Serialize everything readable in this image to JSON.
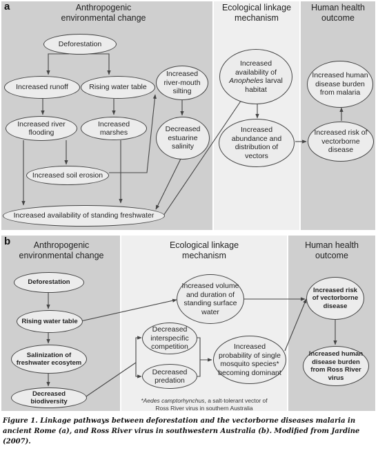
{
  "panel_a": {
    "label": "a",
    "headers": {
      "anthropogenic": [
        "Anthropogenic",
        "environmental change"
      ],
      "ecological": [
        "Ecological linkage",
        "mechanism"
      ],
      "health": [
        "Human health",
        "outcome"
      ]
    },
    "nodes": {
      "deforestation": "Deforestation",
      "runoff": "Increased runoff",
      "water_table": "Rising water table",
      "silting": "Increased river-mouth silting",
      "river_flooding": "Increased river flooding",
      "marshes": "Increased marshes",
      "salinity": "Decreased estuarine salinity",
      "soil_erosion": "Increased soil erosion",
      "standing_freshwater": "Increased availability of standing freshwater",
      "larval_habitat_pre": "Increased availability of",
      "larval_habitat_genus": "Anopheles",
      "larval_habitat_post": "larval habitat",
      "vectors": "Increased abundance and distribution of vectors",
      "malaria_burden": "Increased human disease burden from malaria",
      "risk": "Increased risk of vectorborne disease"
    }
  },
  "panel_b": {
    "label": "b",
    "headers": {
      "anthropogenic": [
        "Anthropogenic",
        "environmental change"
      ],
      "ecological": [
        "Ecological linkage",
        "mechanism"
      ],
      "health": [
        "Human health",
        "outcome"
      ]
    },
    "nodes": {
      "deforestation": "Deforestation",
      "water_table": "Rising water table",
      "salinization": "Salinization of freshwater ecosytem",
      "biodiversity": "Decreased biodiversity",
      "surface_water": "Increased volume and duration of standing surface water",
      "competition": "Decreased interspecific competition",
      "predation": "Decreased predation",
      "mosquito": "Increased probability of single mosquito species* becoming dominant",
      "risk": "Increased risk of vectorborne disease",
      "ross_river": "Increased human disease burden from Ross River virus"
    },
    "footnote_species": "*Aedes camptorhynchus",
    "footnote_rest": ", a salt-tolerant vector of Ross River virus in southern Australia"
  },
  "caption": "Figure 1. Linkage pathways between deforestation and the vectorborne diseases malaria in ancient Rome (a), and Ross River virus in southwestern Australia (b). Modified from Jardine (2007).",
  "colors": {
    "panel_dark": "#cfcfcf",
    "panel_light": "#efefef",
    "node_fill": "#ececec",
    "line": "#444444"
  }
}
